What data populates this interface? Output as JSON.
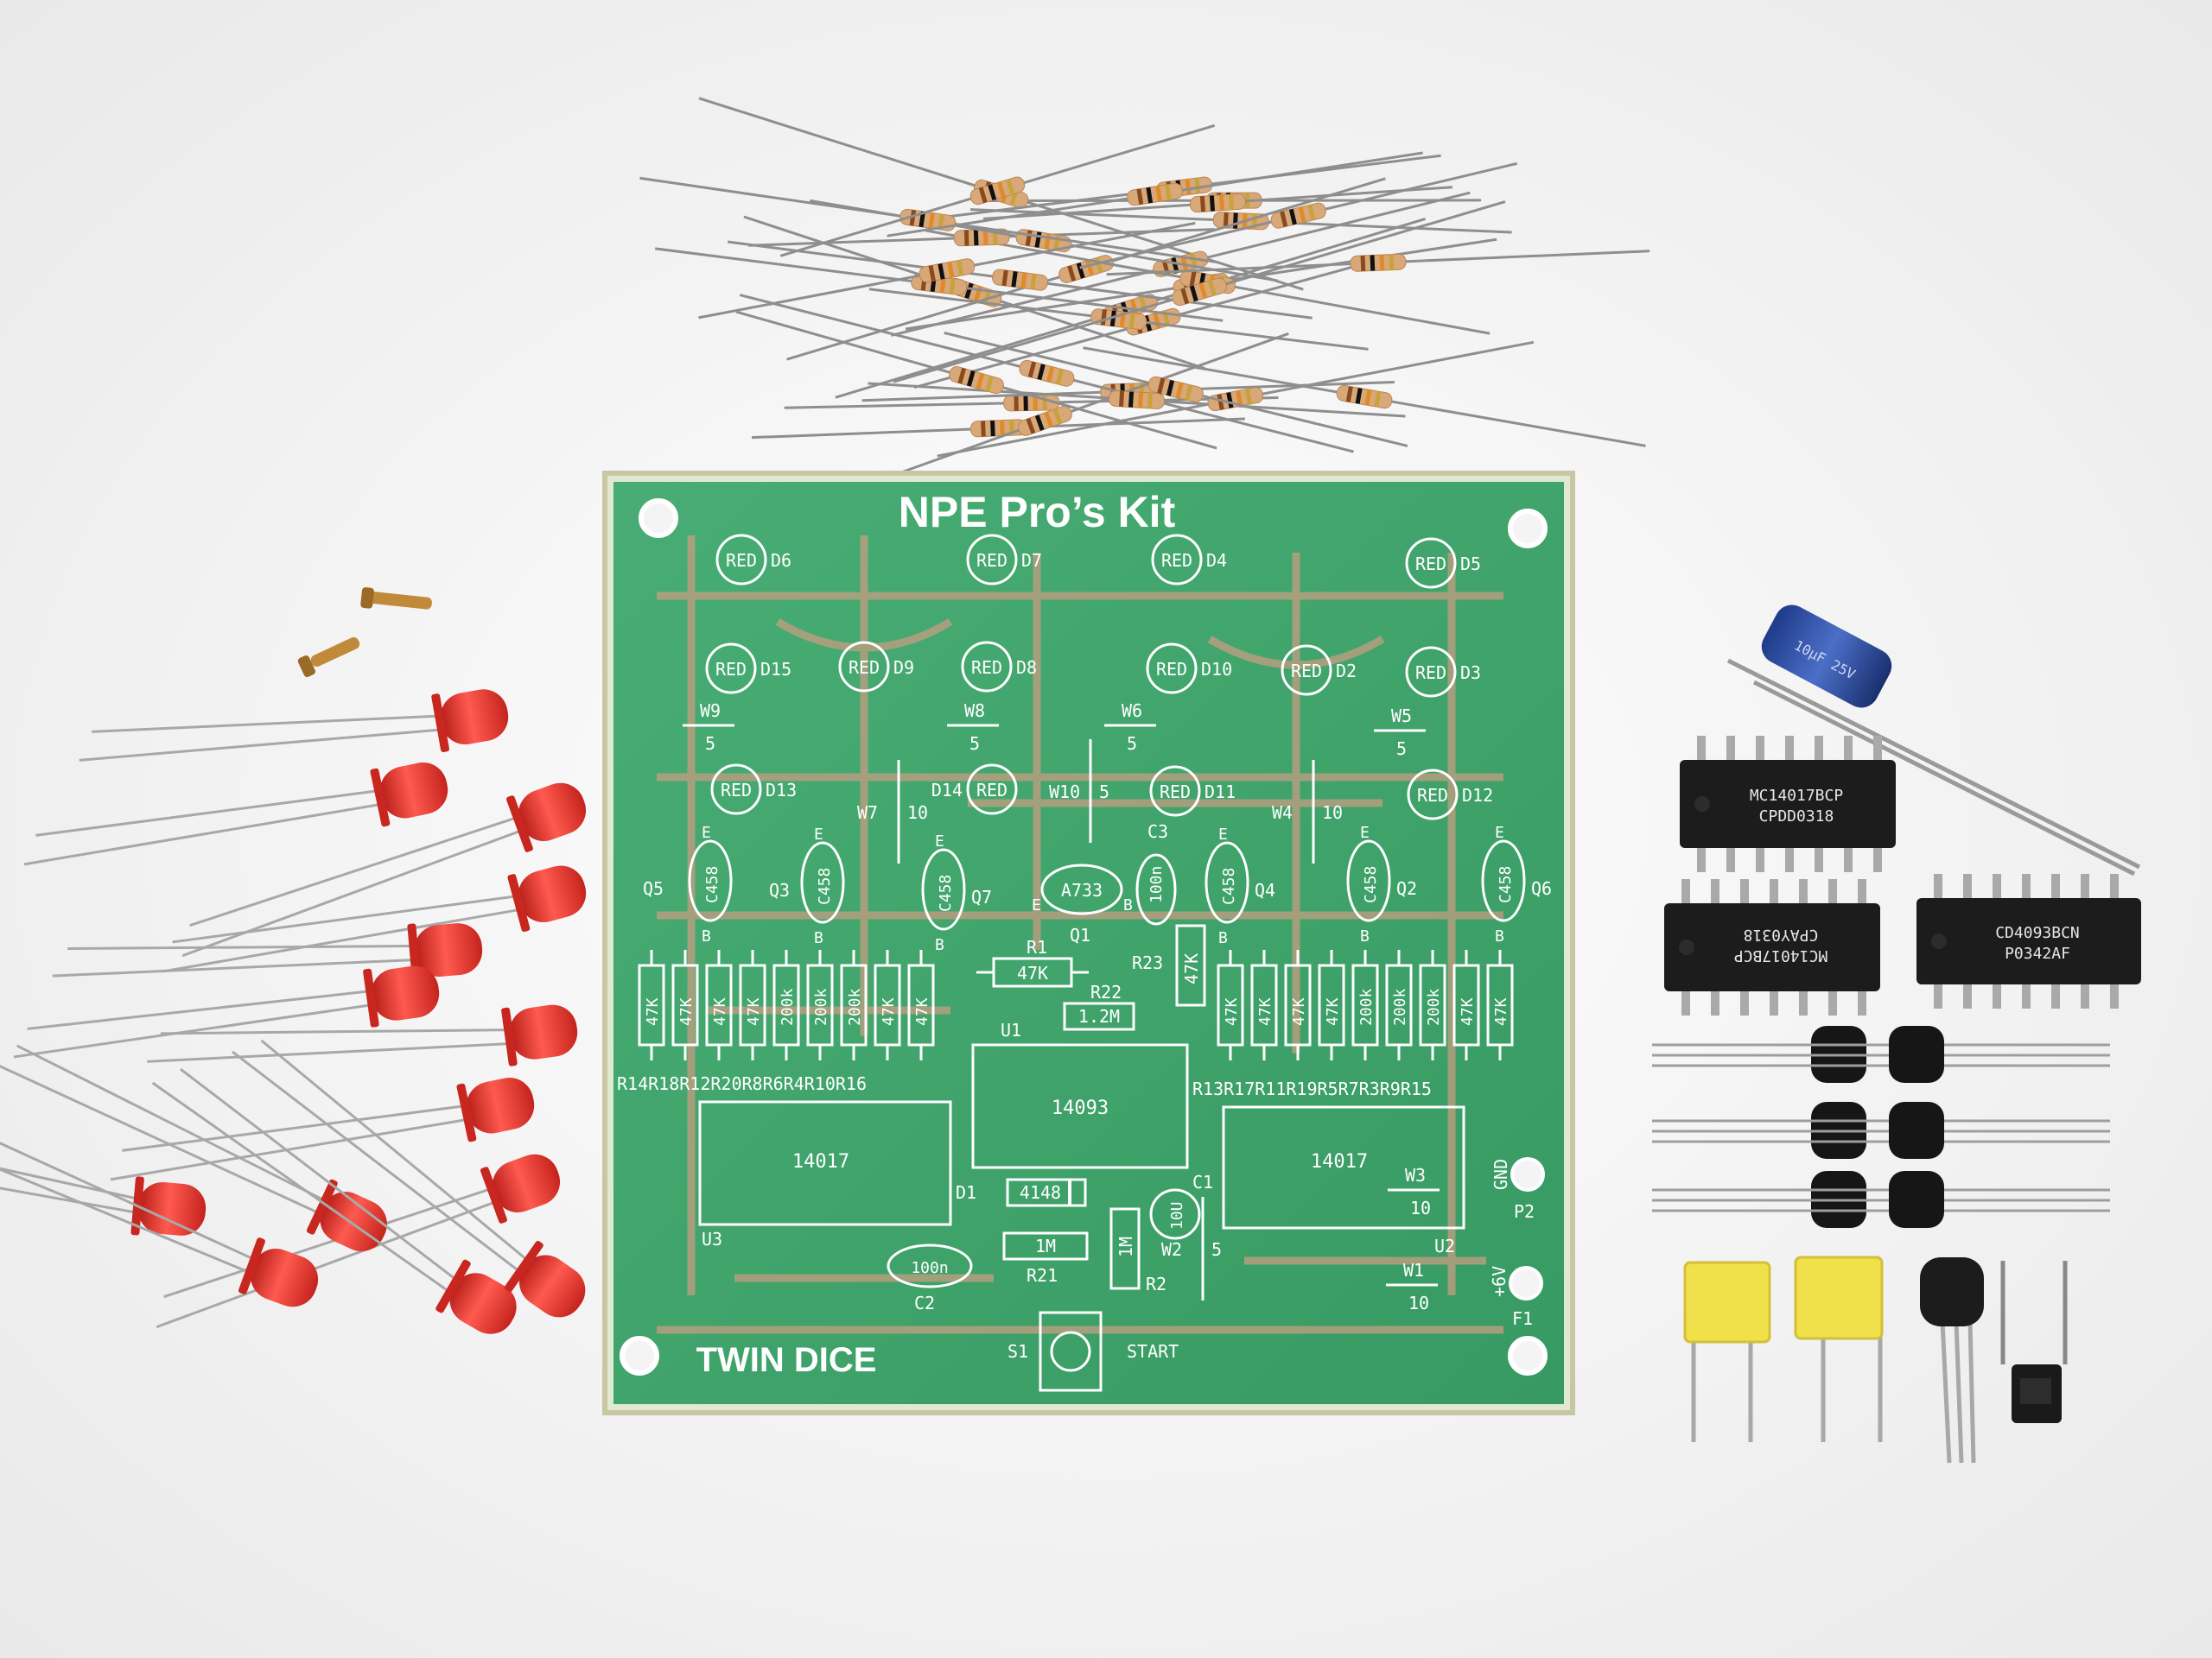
{
  "board": {
    "title": "NPE Pro’s Kit",
    "subtitle": "TWIN DICE",
    "start_label": "START",
    "switch_label": "S1",
    "colors": {
      "pcb": "#3fa36b",
      "silk": "#ffffff",
      "trace": "#c89a7a",
      "led": "#e8322b",
      "chip": "#1c1c1c",
      "cap_yellow": "#f0e04a"
    }
  },
  "leds": [
    {
      "ref": "D6",
      "value": "RED"
    },
    {
      "ref": "D7",
      "value": "RED"
    },
    {
      "ref": "D4",
      "value": "RED"
    },
    {
      "ref": "D5",
      "value": "RED"
    },
    {
      "ref": "D15",
      "value": "RED"
    },
    {
      "ref": "D9",
      "value": "RED"
    },
    {
      "ref": "D8",
      "value": "RED"
    },
    {
      "ref": "D10",
      "value": "RED"
    },
    {
      "ref": "D2",
      "value": "RED"
    },
    {
      "ref": "D3",
      "value": "RED"
    },
    {
      "ref": "D13",
      "value": "RED"
    },
    {
      "ref": "D14",
      "value": "RED"
    },
    {
      "ref": "D11",
      "value": "RED"
    },
    {
      "ref": "D12",
      "value": "RED"
    }
  ],
  "wires": [
    {
      "ref": "W9",
      "value": "5"
    },
    {
      "ref": "W8",
      "value": "5"
    },
    {
      "ref": "W6",
      "value": "5"
    },
    {
      "ref": "W5",
      "value": "5"
    },
    {
      "ref": "W7",
      "value": "10"
    },
    {
      "ref": "W10",
      "value": "5"
    },
    {
      "ref": "W4",
      "value": "10"
    },
    {
      "ref": "W3",
      "value": "10"
    },
    {
      "ref": "W2",
      "value": "5"
    },
    {
      "ref": "W1",
      "value": "10"
    }
  ],
  "transistors": [
    {
      "ref": "Q5",
      "value": "C458"
    },
    {
      "ref": "Q3",
      "value": "C458"
    },
    {
      "ref": "Q7",
      "value": "C458"
    },
    {
      "ref": "Q1",
      "value": "A733"
    },
    {
      "ref": "Q4",
      "value": "C458"
    },
    {
      "ref": "Q2",
      "value": "C458"
    },
    {
      "ref": "Q6",
      "value": "C458"
    }
  ],
  "pin_labels": {
    "e": "E",
    "b": "B"
  },
  "left_resistors": {
    "values": [
      "47K",
      "47K",
      "47K",
      "47K",
      "200k",
      "200k",
      "200k",
      "47K",
      "47K"
    ],
    "refs": "R14R18R12R20R8R6R4R10R16"
  },
  "right_resistors": {
    "values": [
      "47K",
      "47K",
      "47K",
      "47K",
      "200k",
      "200k",
      "200k",
      "47K",
      "47K"
    ],
    "refs": "R13R17R11R19R5R7R3R9R15"
  },
  "parts": {
    "r1": {
      "ref": "R1",
      "value": "47K"
    },
    "r22": {
      "ref": "R22",
      "value": "1.2M"
    },
    "r23": {
      "ref": "R23",
      "value": "47K"
    },
    "r21": {
      "ref": "R21",
      "value": "1M"
    },
    "r2": {
      "ref": "R2",
      "value": "1M"
    },
    "c3": {
      "ref": "C3",
      "value": "100n"
    },
    "c2": {
      "ref": "C2",
      "value": "100n"
    },
    "c1": {
      "ref": "C1",
      "value": "10U"
    },
    "d1": {
      "ref": "D1",
      "value": "4148"
    },
    "u1": {
      "ref": "U1",
      "value": "14093"
    },
    "u3": {
      "ref": "U3",
      "value": "14017"
    },
    "u2": {
      "ref": "U2",
      "value": "14017"
    },
    "p2": {
      "ref": "P2",
      "value": "GND"
    },
    "f1": {
      "ref": "F1",
      "value": "+6V"
    }
  },
  "loose_chips": [
    {
      "line1": "MC14017BCP",
      "line2": "CPDD0318"
    },
    {
      "line1": "MC14017BCP",
      "line2": "CPAY0318"
    },
    {
      "line1": "CD4093BCN",
      "line2": "P0342AF"
    }
  ],
  "electrolytic_label": "10μF 25V"
}
